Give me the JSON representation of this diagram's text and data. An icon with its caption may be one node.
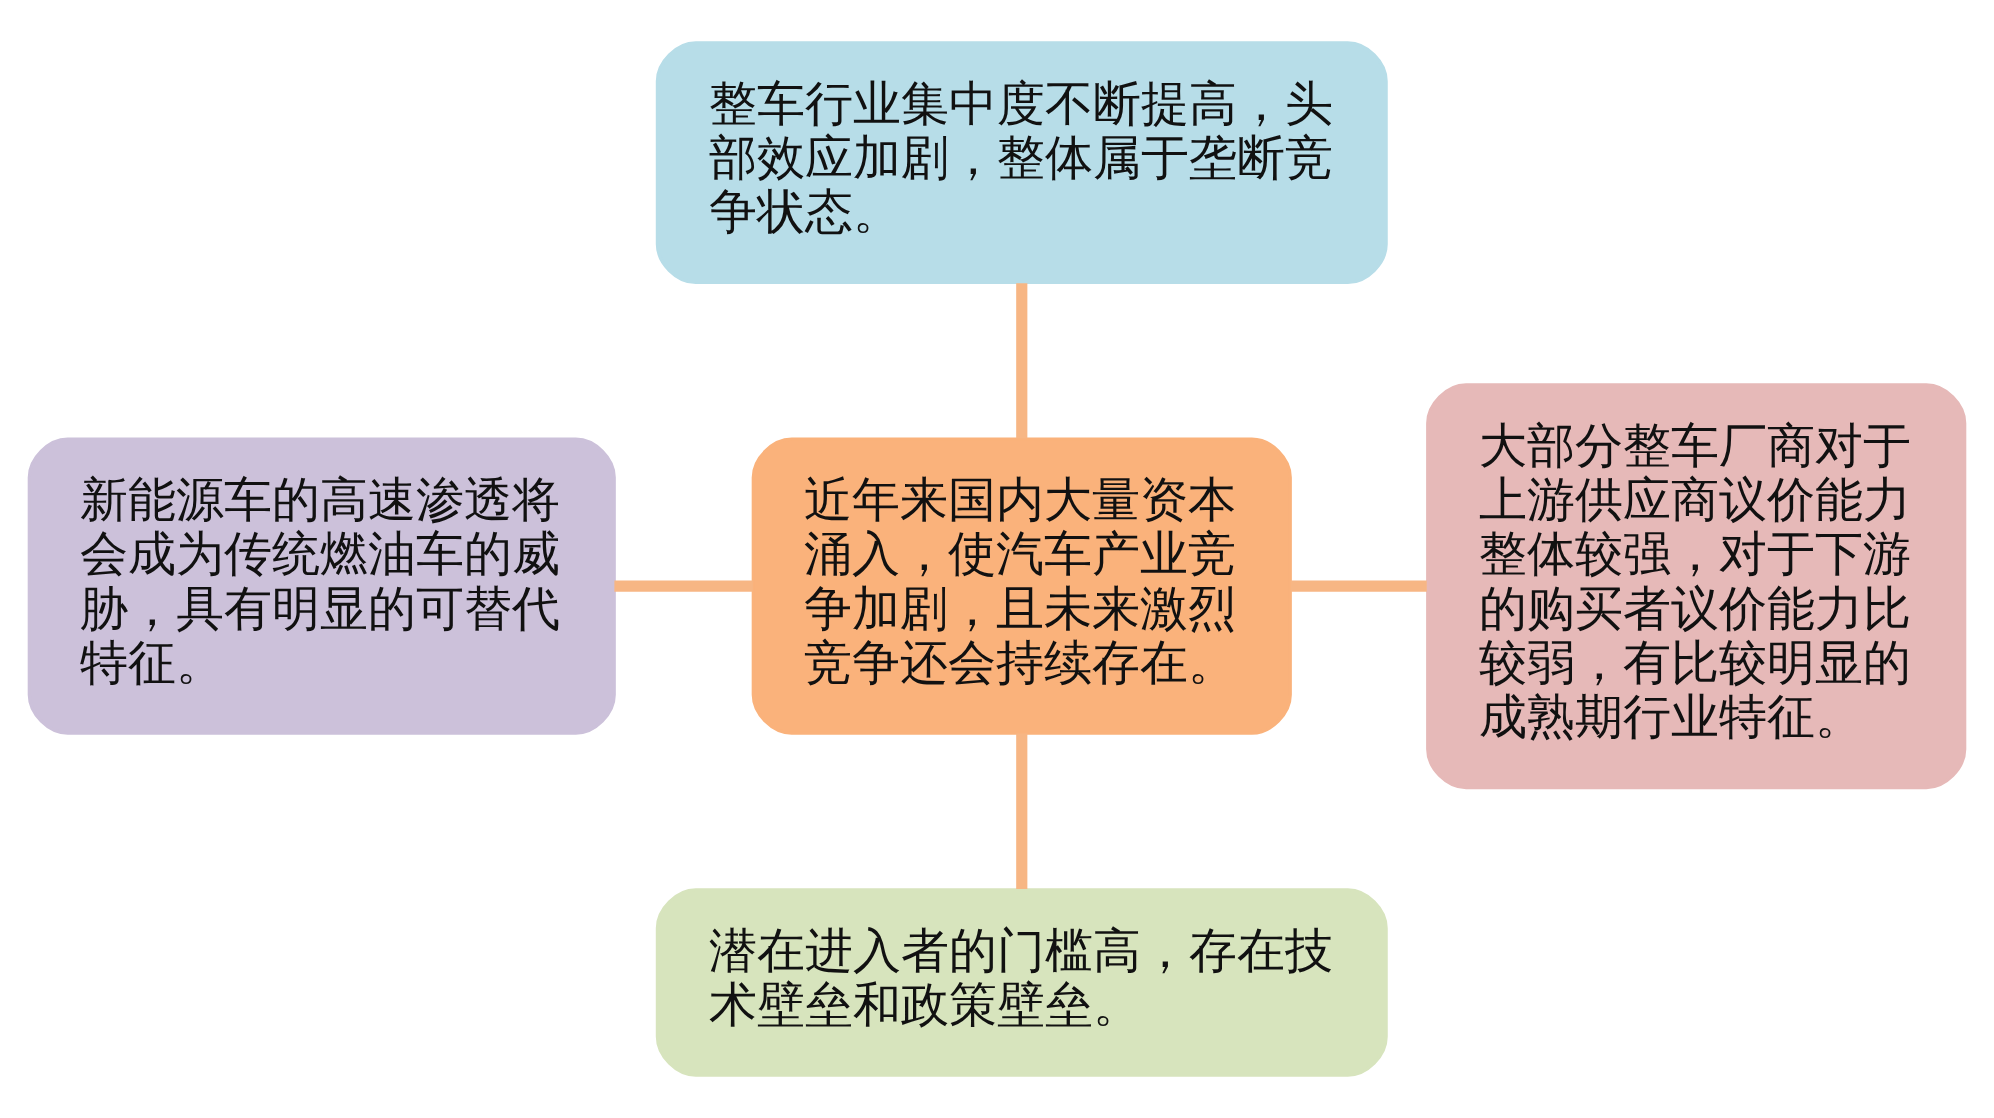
{
  "diagram": {
    "nodes": [
      {
        "text": [
          "近年来国内大量资本涌入，使汽车产业竞争加剧，且未来激烈竞争还会持续存在。"
        ]
      },
      {
        "text": [
          "整车行业集中度不断提高，头部效应加剧，整体属于垄断竞争状态。"
        ]
      },
      {
        "text": [
          "新能源车的高速渗透将会成为传统燃油车的威胁，具有明显的可替代特征。"
        ]
      },
      {
        "text": [
          "大部分整车厂商对于上游供应商议价能力整体较强，对于下游的购买者议价能力比较弱，有比较明显的成熟期行业特征。"
        ]
      },
      {
        "text": [
          "潜在进入者的门槛高，存在技术壁垒和政策壁垒。"
        ]
      }
    ],
    "edges": [
      {
        "from": 0,
        "to": 1,
        "arrow": "none"
      },
      {
        "from": 0,
        "to": 2,
        "arrow": "none"
      },
      {
        "from": 0,
        "to": 3,
        "arrow": "none"
      },
      {
        "from": 0,
        "to": 4,
        "arrow": "none"
      }
    ]
  }
}
